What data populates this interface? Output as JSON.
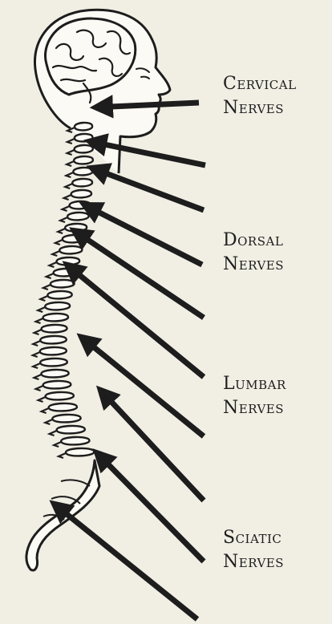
{
  "labels": {
    "cervical": {
      "line1": "Cervical",
      "line2": "Nerves"
    },
    "dorsal": {
      "line1": "Dorsal",
      "line2": "Nerves"
    },
    "lumbar": {
      "line1": "Lumbar",
      "line2": "Nerves"
    },
    "sciatic": {
      "line1": "Sciatic",
      "line2": "Nerves"
    }
  },
  "colors": {
    "background": "#f1eee4",
    "ink": "#1d1d1d",
    "fill": "#fbfaf4"
  },
  "icons": {
    "illustration": "spine-head-illustration",
    "arrow": "arrow-icon"
  }
}
